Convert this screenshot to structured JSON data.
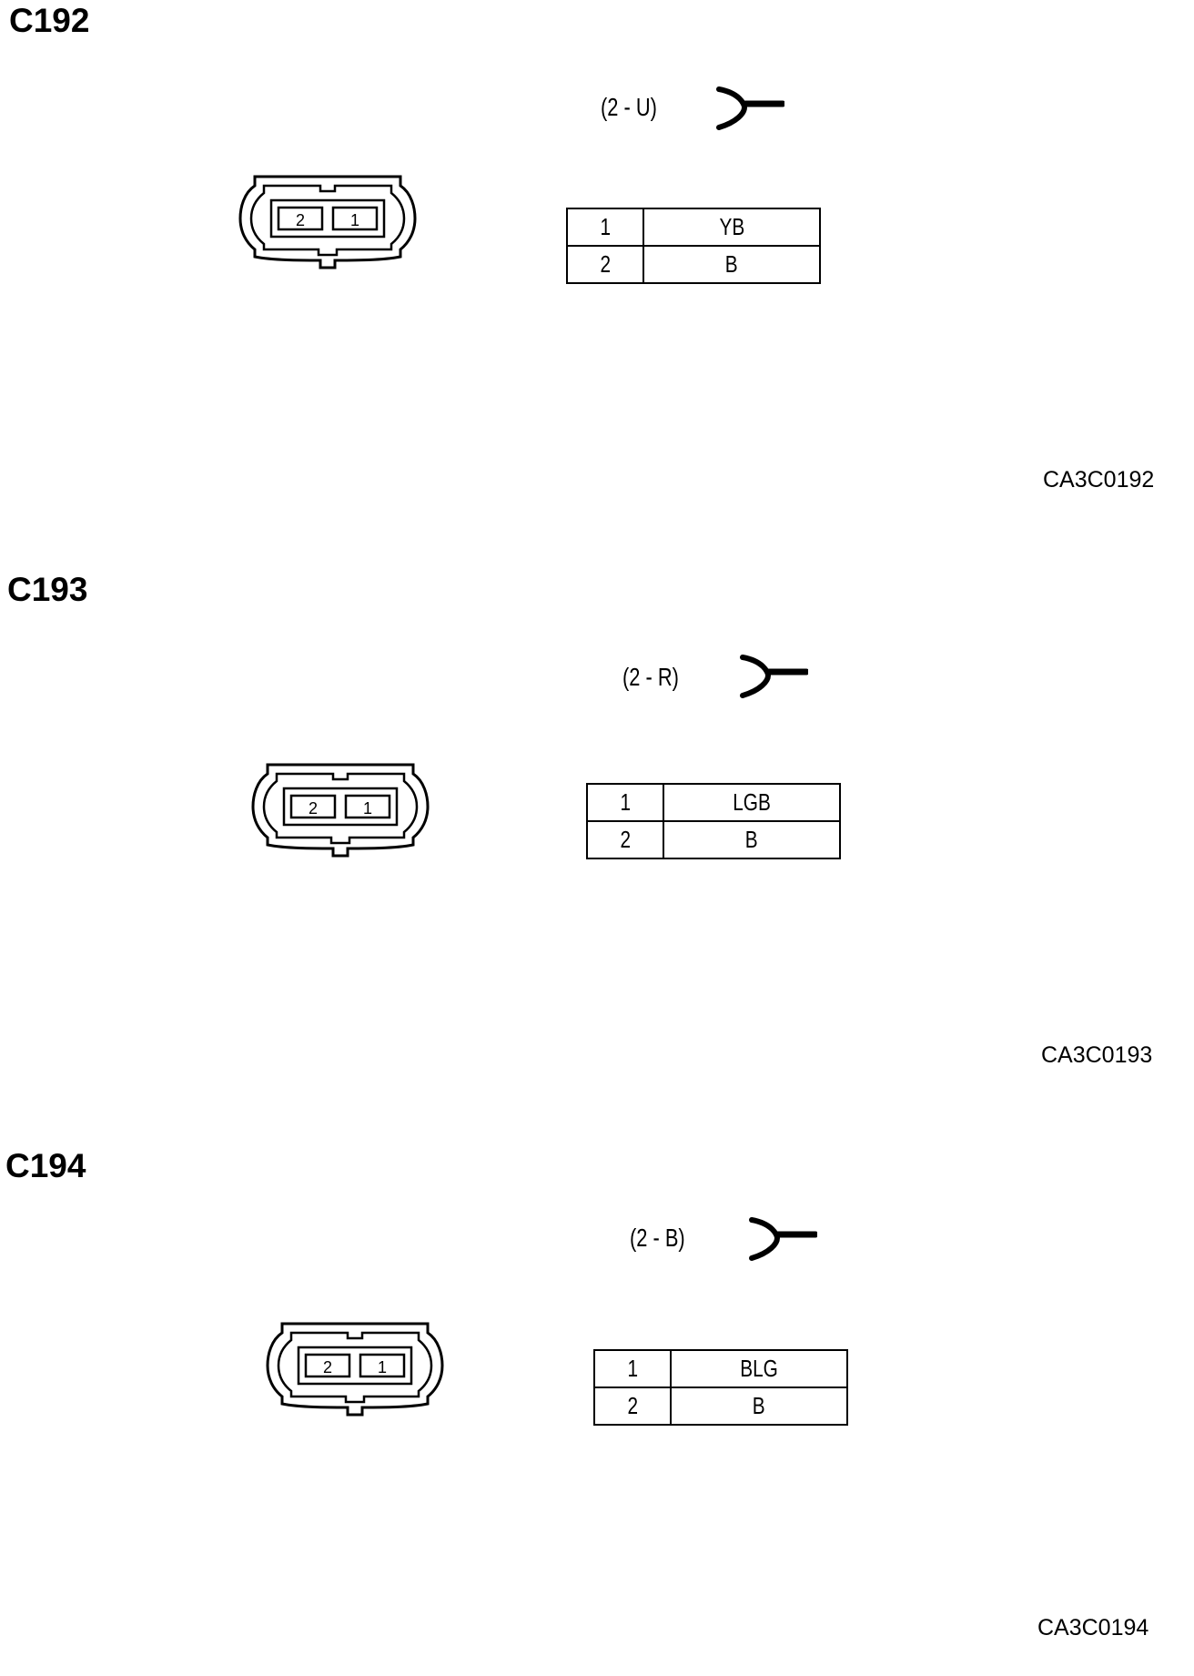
{
  "connectors": [
    {
      "id": "C192",
      "spec": "(2 - U)",
      "face_pins": [
        "2",
        "1"
      ],
      "pins": [
        {
          "no": "1",
          "color": "YB"
        },
        {
          "no": "2",
          "color": "B"
        }
      ],
      "figure_code": "CA3C0192"
    },
    {
      "id": "C193",
      "spec": "(2 - R)",
      "face_pins": [
        "2",
        "1"
      ],
      "pins": [
        {
          "no": "1",
          "color": "LGB"
        },
        {
          "no": "2",
          "color": "B"
        }
      ],
      "figure_code": "CA3C0193"
    },
    {
      "id": "C194",
      "spec": "(2 - B)",
      "face_pins": [
        "2",
        "1"
      ],
      "pins": [
        {
          "no": "1",
          "color": "BLG"
        },
        {
          "no": "2",
          "color": "B"
        }
      ],
      "figure_code": "CA3C0194"
    }
  ]
}
